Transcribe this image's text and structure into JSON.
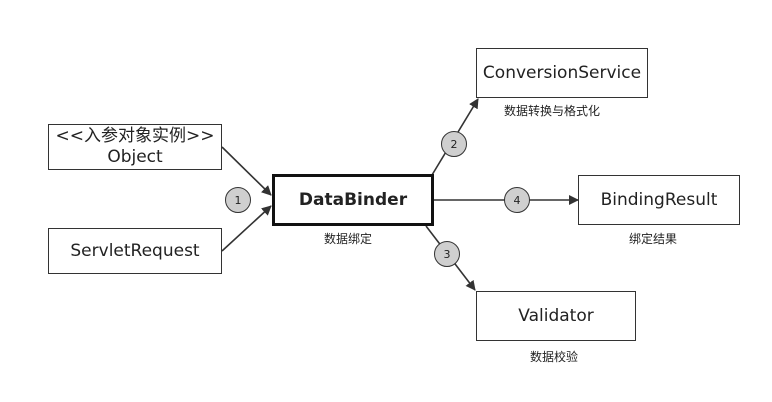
{
  "nodes": {
    "object_line1": "<<入参对象实例>>",
    "object_line2": "Object",
    "servlet_request": "ServletRequest",
    "data_binder": "DataBinder",
    "conversion_service": "ConversionService",
    "binding_result": "BindingResult",
    "validator": "Validator"
  },
  "captions": {
    "data_binder": "数据绑定",
    "conversion_service": "数据转换与格式化",
    "binding_result": "绑定结果",
    "validator": "数据校验"
  },
  "steps": [
    "1",
    "2",
    "3",
    "4"
  ],
  "colors": {
    "line": "#333333",
    "badge_fill": "#cfcfcf",
    "box_border": "#333333"
  }
}
